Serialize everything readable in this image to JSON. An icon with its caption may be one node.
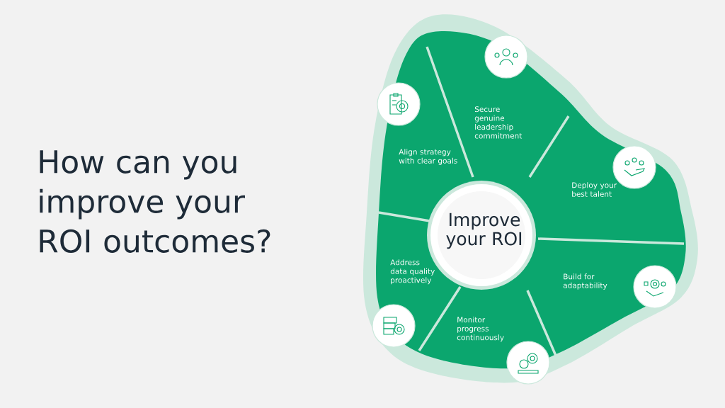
{
  "diagram": {
    "title": "How can you improve your ROI outcomes?",
    "nodes": [
      {
        "text": [
          "Improve your ROI"
        ]
      },
      {
        "text": [
          "Align strategy with clear goals"
        ]
      },
      {
        "text": [
          "Secure genuine leadership commitment"
        ]
      },
      {
        "text": [
          "Deploy your best talent"
        ]
      },
      {
        "text": [
          "Build for adaptability"
        ]
      },
      {
        "text": [
          "Monitor progress continuously"
        ]
      },
      {
        "text": [
          "Address data quality proactively"
        ]
      }
    ]
  }
}
